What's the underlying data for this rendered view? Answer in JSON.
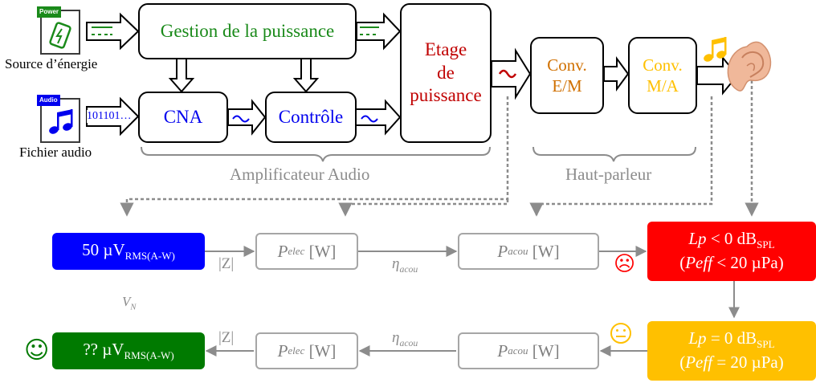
{
  "blocks": {
    "power_mgmt": "Gestion de la puissance",
    "dac": "CNA",
    "control": "Contrôle",
    "power_stage": [
      "Etage",
      "de",
      "puissance"
    ],
    "conv_em": [
      "Conv.",
      "E/M"
    ],
    "conv_ma": [
      "Conv.",
      "M/A"
    ]
  },
  "sources": {
    "power_tag": "Power",
    "power_label": "Source d’énergie",
    "audio_tag": "Audio",
    "audio_label": "Fichier audio",
    "bitstream": "101101…"
  },
  "groups": {
    "amplifier": "Amplificateur Audio",
    "speaker": "Haut-parleur"
  },
  "row1": {
    "voltage_value": "50 µV",
    "voltage_sub": "RMS(A-W)",
    "impedance": "|Z|",
    "pelec_symbol": "P",
    "pelec_sub": "elec",
    "pelec_unit": " [W]",
    "eta_symbol": "η",
    "eta_sub": "acou",
    "pacou_symbol": "P",
    "pacou_sub": "acou",
    "pacou_unit": " [W]",
    "spl_lp": "Lp",
    "spl_rel": " < 0 dB",
    "spl_sub": "SPL",
    "spl_line2_pre": "(",
    "spl_peff": "Peff",
    "spl_line2_rel": " < 20 µPa)",
    "emoji": "☹"
  },
  "noise_label_symbol": "V",
  "noise_label_sub": "N",
  "row2": {
    "voltage_value": "?? µV",
    "voltage_sub": "RMS(A-W)",
    "impedance": "|Z|",
    "pelec_symbol": "P",
    "pelec_sub": "elec",
    "pelec_unit": " [W]",
    "eta_symbol": "η",
    "eta_sub": "acou",
    "pacou_symbol": "P",
    "pacou_sub": "acou",
    "pacou_unit": " [W]",
    "spl_lp": "Lp",
    "spl_rel": " = 0 dB",
    "spl_sub": "SPL",
    "spl_line2_pre": "(",
    "spl_peff": "Peff",
    "spl_line2_rel": " = 20 µPa)",
    "emoji_left": "☺",
    "emoji_right": "😐"
  },
  "colors": {
    "green": "#1a8a1a",
    "blue": "#0000ee",
    "darkred": "#c00000",
    "orange": "#d07000",
    "gold": "#ffc000",
    "red": "#ff0000",
    "dark_blue": "#0000ff",
    "dark_green": "#007a00",
    "amber": "#ffc000",
    "gray": "#8c8c8c"
  },
  "icons": [
    "battery-icon",
    "music-note-icon",
    "ear-icon",
    "smiley-icon",
    "neutral-face-icon",
    "frowning-face-icon"
  ]
}
